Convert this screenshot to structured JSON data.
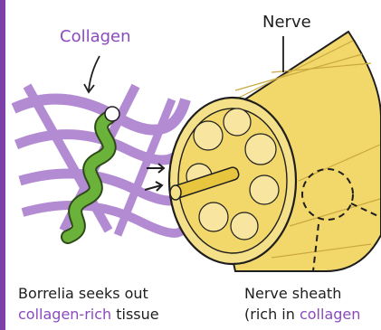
{
  "labels": {
    "collagen": "Collagen",
    "nerve": "Nerve"
  },
  "captions": {
    "left": {
      "line1": "Borrelia seeks out",
      "line2_highlight": "collagen-rich",
      "line2_rest": " tissue"
    },
    "right": {
      "line1": "Nerve sheath",
      "line2_start": "(rich in ",
      "line2_highlight": "collagen"
    }
  },
  "colors": {
    "border": "#7d3fa8",
    "collagen": "#b38bd3",
    "spirochete": "#6bb23a",
    "nerve": "#f2d76a",
    "highlight": "#8b4bbf"
  }
}
